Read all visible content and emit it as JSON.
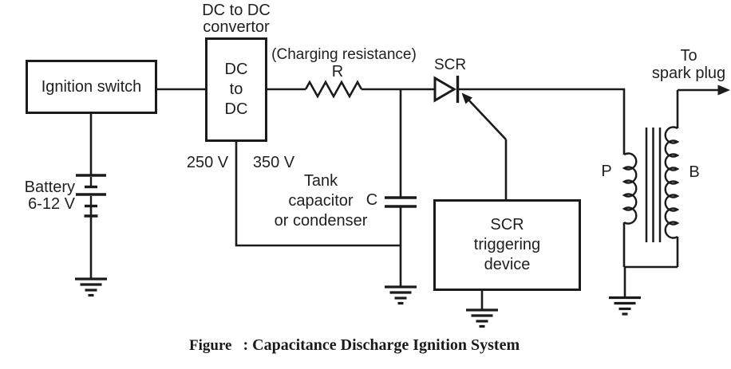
{
  "figure": {
    "label": "Figure",
    "caption": ": Capacitance Discharge Ignition System"
  },
  "components": {
    "ignition_switch": {
      "label": "Ignition switch"
    },
    "dc_dc_convertor": {
      "name_line1": "DC to DC",
      "name_line2": "convertor",
      "box_line1": "DC",
      "box_line2": "to",
      "box_line3": "DC",
      "input_voltage": "250 V",
      "output_voltage": "350 V"
    },
    "charging_resistance": {
      "caption": "(Charging resistance)",
      "ref": "R"
    },
    "scr": {
      "ref": "SCR"
    },
    "tank_capacitor": {
      "label_line1": "Tank",
      "label_line2": "capacitor",
      "label_line3": "or condenser",
      "ref": "C"
    },
    "battery": {
      "label": "Battery",
      "voltage": "6-12 V"
    },
    "scr_triggering_device": {
      "label_line1": "SCR",
      "label_line2": "triggering",
      "label_line3": "device"
    },
    "ignition_coil": {
      "primary": "P",
      "secondary": "B"
    },
    "spark_plug": {
      "label_line1": "To",
      "label_line2": "spark plug"
    }
  },
  "colors": {
    "line": "#1b1b1b",
    "text": "#1f1f1f",
    "background": "#ffffff"
  }
}
